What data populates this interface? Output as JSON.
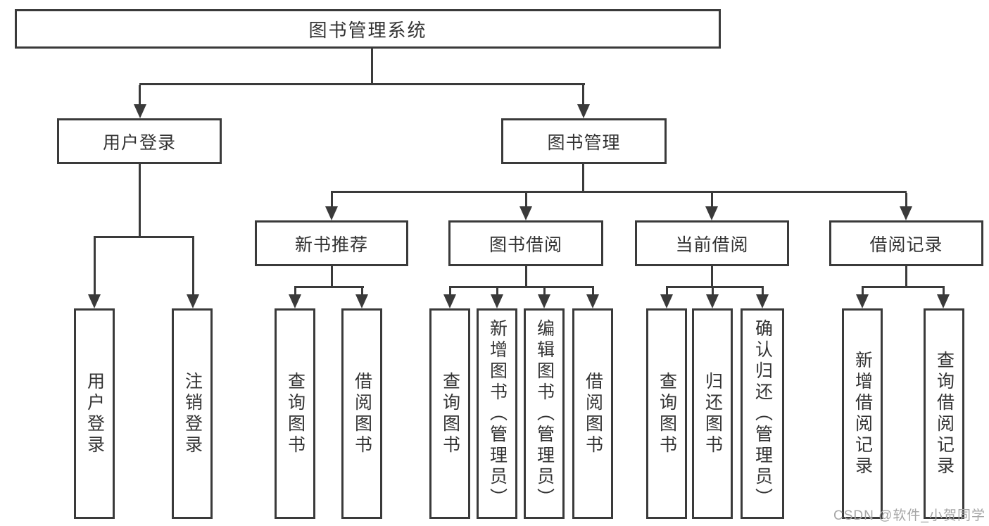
{
  "diagram": {
    "root": {
      "label": "图书管理系统"
    },
    "branches": [
      {
        "label": "用户登录",
        "children": [
          {
            "label": "用户登录"
          },
          {
            "label": "注销登录"
          }
        ]
      },
      {
        "label": "图书管理",
        "children": [
          {
            "label": "新书推荐",
            "children": [
              {
                "label": "查询图书"
              },
              {
                "label": "借阅图书"
              }
            ]
          },
          {
            "label": "图书借阅",
            "children": [
              {
                "label": "查询图书"
              },
              {
                "label": "新增图书（管理员）"
              },
              {
                "label": "编辑图书（管理员）"
              },
              {
                "label": "借阅图书"
              }
            ]
          },
          {
            "label": "当前借阅",
            "children": [
              {
                "label": "查询图书"
              },
              {
                "label": "归还图书"
              },
              {
                "label": "确认归还（管理员）"
              }
            ]
          },
          {
            "label": "借阅记录",
            "children": [
              {
                "label": "新增借阅记录"
              },
              {
                "label": "查询借阅记录"
              }
            ]
          }
        ]
      }
    ]
  },
  "watermark": {
    "text": "CSDN @软件_小贺同学"
  },
  "colors": {
    "line": "#3a3a3a",
    "text": "#333333",
    "background": "#ffffff",
    "watermark": "#a6a6a6"
  }
}
